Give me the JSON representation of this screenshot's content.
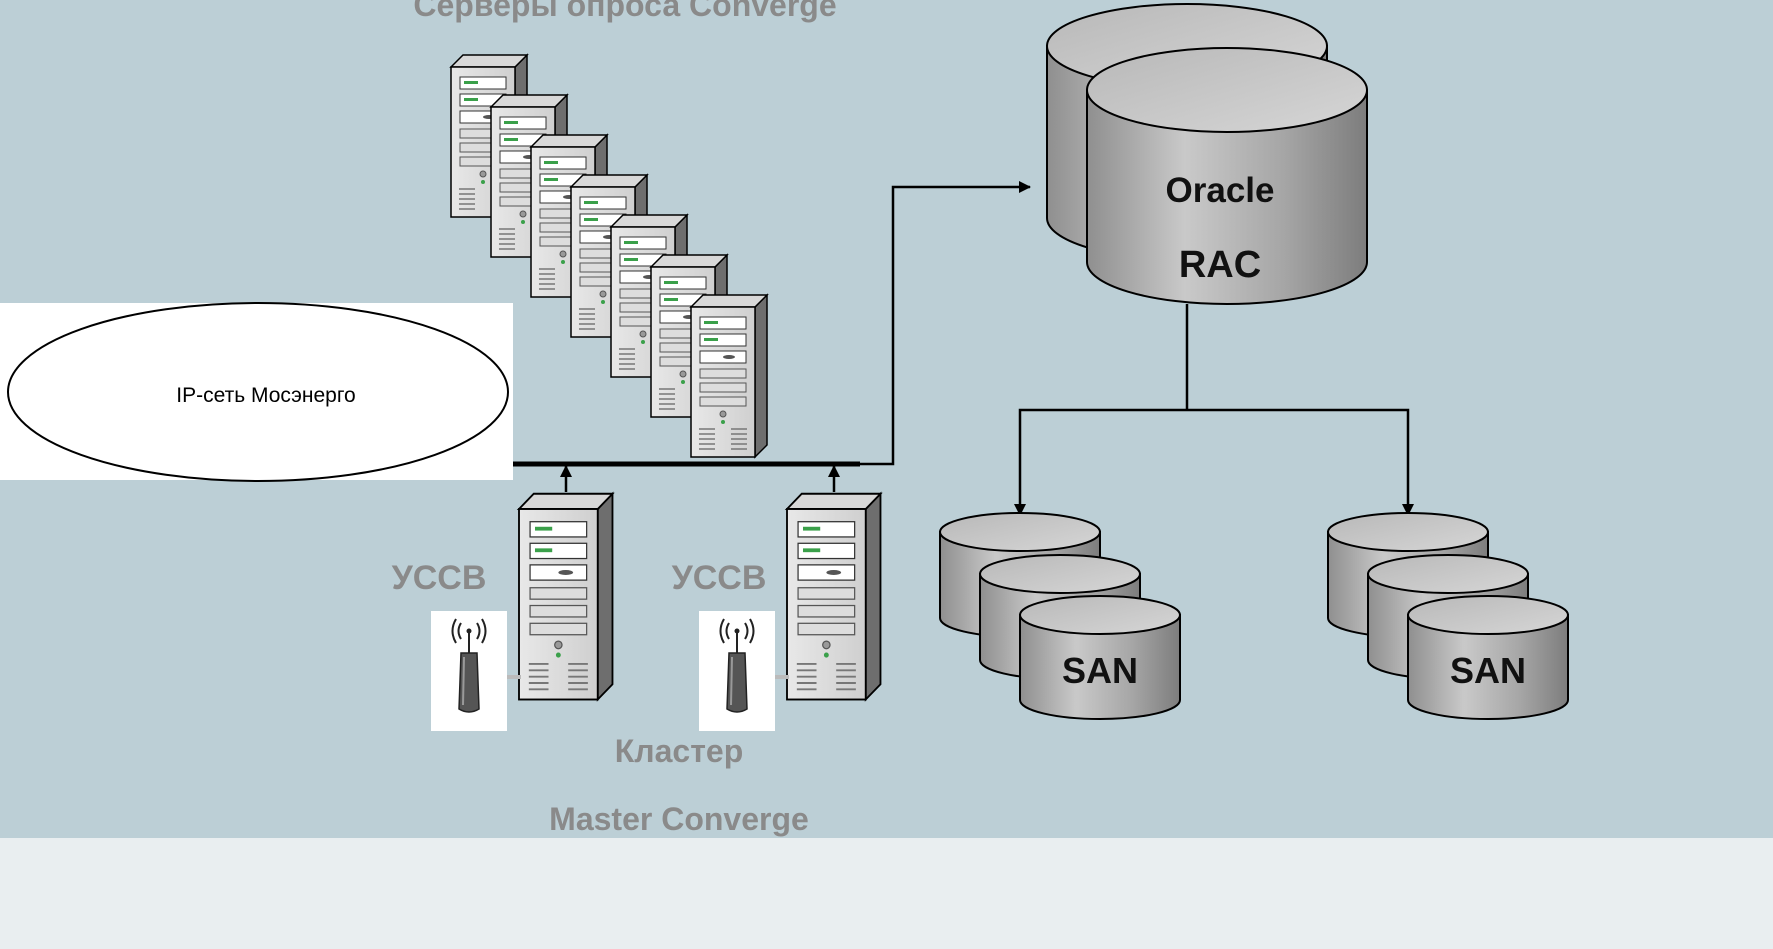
{
  "title_top": "Серверы опроса Converge",
  "network": {
    "label": "IP-сеть Мосэнерго"
  },
  "database": {
    "line1": "Oracle",
    "line2": "RAC"
  },
  "storage": [
    {
      "label": "SAN"
    },
    {
      "label": "SAN"
    }
  ],
  "collector_nodes": [
    {
      "label": "УССВ"
    },
    {
      "label": "УССВ"
    }
  ],
  "cluster": {
    "line1": "Кластер",
    "line2": "Master Converge"
  },
  "colors": {
    "background": "#bccfd6",
    "label_grey": "#8a8a8a",
    "cylinder_body": "#a8a8a8",
    "cylinder_top": "#c4c4c4",
    "line": "#000000"
  },
  "icons": {
    "server": "tower-server-icon",
    "antenna": "radio-antenna-icon",
    "database": "database-cylinder-icon"
  }
}
